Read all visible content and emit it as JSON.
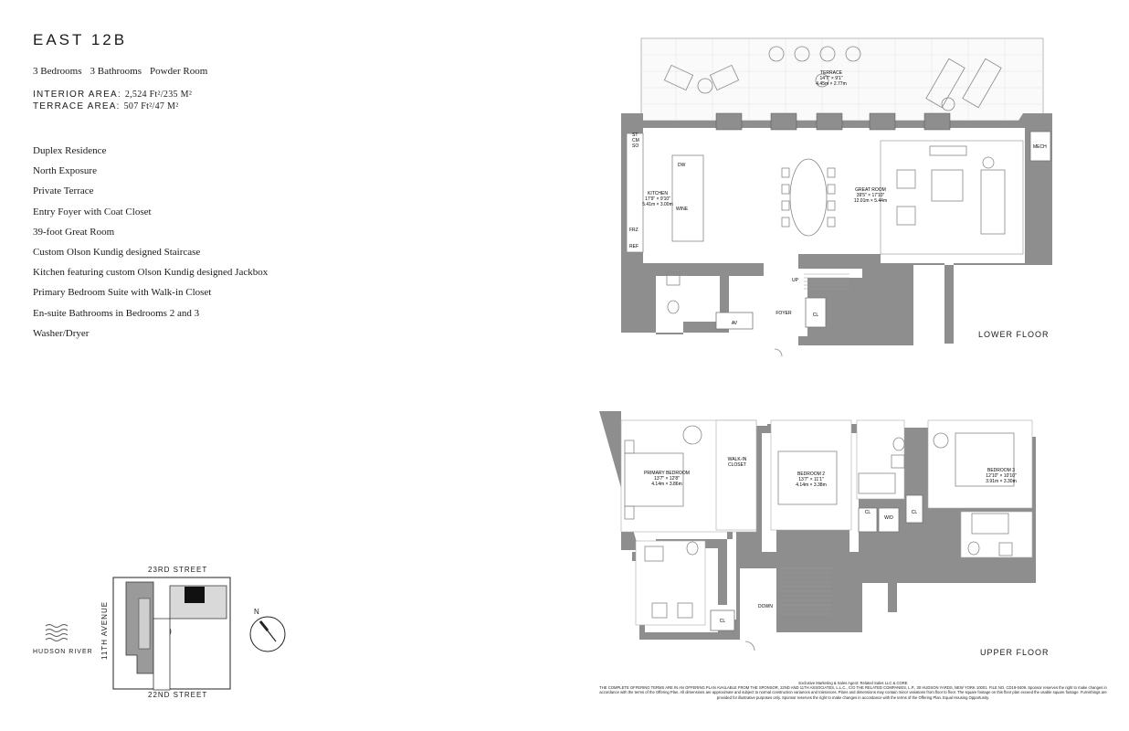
{
  "unit": {
    "title": "EAST 12B",
    "rooms": [
      "3 Bedrooms",
      "3 Bathrooms",
      "Powder Room"
    ],
    "interior_label": "INTERIOR AREA:",
    "interior_value": "2,524 Ft²/235 M²",
    "terrace_label": "TERRACE AREA:",
    "terrace_value": "507 Ft²/47 M²"
  },
  "features": [
    "Duplex Residence",
    "North Exposure",
    "Private Terrace",
    "Entry Foyer with Coat Closet",
    "39-foot Great Room",
    "Custom Olson Kundig designed Staircase",
    "Kitchen featuring custom Olson Kundig designed Jackbox",
    "Primary Bedroom Suite with Walk-in Closet",
    "En-suite Bathrooms in Bedrooms 2 and 3",
    "Washer/Dryer"
  ],
  "lower_floor": {
    "label": "LOWER FLOOR",
    "terrace": {
      "name": "TERRACE",
      "dim_ft": "14'7\" × 9'1\"",
      "dim_m": "4.45m × 2.77m"
    },
    "kitchen": {
      "name": "KITCHEN",
      "dim_ft": "17'9\" × 9'10\"",
      "dim_m": "5.41m × 3.00m"
    },
    "great_room": {
      "name": "GREAT ROOM",
      "dim_ft": "39'5\" × 17'10\"",
      "dim_m": "12.01m × 5.44m"
    },
    "labels": {
      "st": "ST",
      "cm": "CM",
      "so": "SO",
      "dw": "DW",
      "wine": "WINE",
      "frz": "FRZ",
      "ref": "REF",
      "mech": "MECH",
      "up": "UP",
      "foyer": "FOYER",
      "av": "AV",
      "cl": "CL"
    }
  },
  "upper_floor": {
    "label": "UPPER FLOOR",
    "primary": {
      "name": "PRIMARY BEDROOM",
      "dim_ft": "13'7\" × 12'8\"",
      "dim_m": "4.14m × 3.86m"
    },
    "walkin": {
      "line1": "WALK-IN",
      "line2": "CLOSET"
    },
    "bed2": {
      "name": "BEDROOM 2",
      "dim_ft": "13'7\" × 11'1\"",
      "dim_m": "4.14m × 3.38m"
    },
    "bed3": {
      "name": "BEDROOM 3",
      "dim_ft": "12'10\" × 10'10\"",
      "dim_m": "3.91m × 3.30m"
    },
    "labels": {
      "cl": "CL",
      "wd": "W/D",
      "down": "DOWN"
    }
  },
  "key_map": {
    "north_street": "23RD STREET",
    "south_street": "22ND STREET",
    "west_avenue": "11TH AVENUE",
    "river": "HUDSON RIVER",
    "north": "N"
  },
  "disclaimer": {
    "line1": "Exclusive Marketing & Sales Agent: Related Sales LLC & CORE",
    "body": "THE COMPLETE OFFERING TERMS ARE IN AN OFFERING PLAN AVAILABLE FROM THE SPONSOR, 22ND AND 11TH ASSOCIATES, L.L.C., C/O THE RELATED COMPANIES, L.P., 30 HUDSON YARDS, NEW YORK 10001. FILE NO. CD19-0409. Sponsor reserves the right to make changes in accordance with the terms of the Offering Plan. All dimensions are approximate and subject to normal construction variances and tolerances. Plans and dimensions may contain minor variations from floor to floor. The square footage on this floor plan exceed the usable square footage. Furnishings are provided for illustrative purposes only. Sponsor reserves the right to make changes in accordance with the terms of the Offering Plan. Equal Housing Opportunity."
  },
  "colors": {
    "wall": "#8e8e8e",
    "line": "#b0b0b0",
    "text": "#1a1a1a"
  }
}
